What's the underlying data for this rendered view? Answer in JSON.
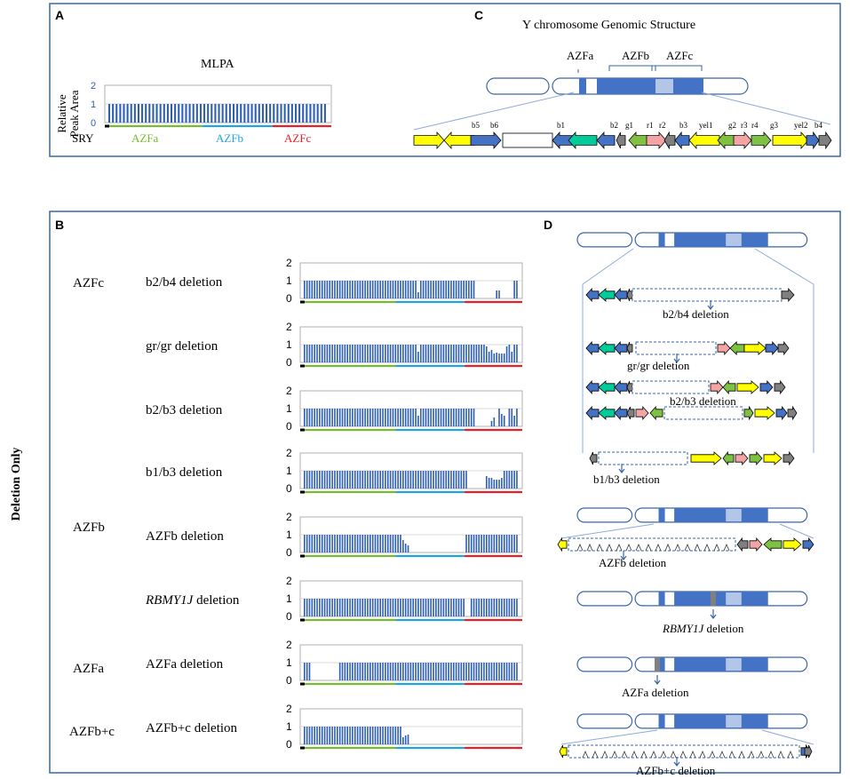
{
  "panels": {
    "A": {
      "letter": "A",
      "title": "MLPA",
      "ylabel_line1": "Relative",
      "ylabel_line2": "Peak Area",
      "ticks": [
        "2",
        "1",
        "0"
      ],
      "regions": {
        "sry": "SRY",
        "azfa": "AZFa",
        "azfb": "AZFb",
        "azfc": "AZFc"
      }
    },
    "B": {
      "letter": "B",
      "side_label": "Deletion Only"
    },
    "C": {
      "letter": "C",
      "title": "Y chromosome Genomic Structure",
      "region_labels": {
        "azfa": "AZFa",
        "azfb": "AZFb",
        "azfc": "AZFc"
      },
      "amplicon_labels": [
        "b5",
        "b6",
        "b1",
        "b2",
        "g1",
        "r1",
        "r2",
        "b3",
        "yel1",
        "g2",
        "r3",
        "r4",
        "g3",
        "yel2",
        "b4"
      ]
    },
    "D": {
      "letter": "D",
      "deletions": [
        "b2/b4 deletion",
        "gr/gr deletion",
        "b2/b3 deletion",
        "b1/b3 deletion",
        "AZFb deletion",
        "RBMY1J deletion",
        "AZFa deletion",
        "AZFb+c deletion"
      ]
    }
  },
  "groups": [
    "AZFc",
    "AZFb",
    "AZFa",
    "AZFb+c"
  ],
  "chart_data": [
    {
      "type": "bar",
      "name": "MLPA reference",
      "values": [
        1,
        1,
        1,
        1,
        1,
        1,
        1,
        1,
        1,
        1,
        1,
        1,
        1,
        1,
        1,
        1,
        1,
        1,
        1,
        1,
        1,
        1,
        1,
        1,
        1,
        1,
        1,
        1,
        1,
        1,
        1,
        1,
        1,
        1,
        1,
        1,
        1,
        1,
        1,
        1,
        1,
        1,
        1,
        1,
        1,
        1,
        1,
        1,
        1,
        1,
        1,
        1,
        1,
        1,
        1,
        1,
        1,
        1,
        1,
        1
      ],
      "ylim": [
        0,
        2
      ]
    },
    {
      "type": "bar",
      "name": "b2/b4 deletion",
      "values": [
        1,
        1,
        1,
        1,
        1,
        1,
        1,
        1,
        1,
        1,
        1,
        1,
        1,
        1,
        1,
        1,
        1,
        1,
        1,
        1,
        1,
        1,
        1,
        1,
        1,
        1,
        1,
        1,
        1,
        1,
        1,
        1,
        1,
        1,
        1,
        1,
        1,
        1,
        1,
        1,
        1,
        1,
        1,
        1,
        1,
        0.35,
        1,
        1,
        1,
        1,
        1,
        1,
        1,
        1,
        1,
        1,
        1,
        1,
        1,
        1,
        1,
        1,
        1,
        1,
        1,
        1,
        1,
        1,
        0,
        0,
        0,
        0,
        0,
        0,
        0,
        0,
        0.45,
        0.45,
        0,
        0,
        0,
        0,
        0,
        1,
        1
      ],
      "ylim": [
        0,
        2
      ]
    },
    {
      "type": "bar",
      "name": "gr/gr deletion",
      "values": [
        1,
        1,
        1,
        1,
        1,
        1,
        1,
        1,
        1,
        1,
        1,
        1,
        1,
        1,
        1,
        1,
        1,
        1,
        1,
        1,
        1,
        1,
        1,
        1,
        1,
        1,
        1,
        1,
        1,
        1,
        1,
        1,
        1,
        1,
        1,
        1,
        1,
        1,
        1,
        1,
        1,
        1,
        1,
        1,
        1,
        0.6,
        1,
        1,
        1,
        1,
        1,
        1,
        1,
        1,
        1,
        1,
        1,
        1,
        1,
        1,
        1,
        1,
        1,
        1,
        1,
        1,
        1,
        1,
        1,
        1,
        1,
        1,
        0.9,
        0.6,
        0.7,
        0.5,
        0.55,
        0.5,
        0.5,
        0.5,
        0.9,
        1,
        0.6,
        1,
        1
      ],
      "ylim": [
        0,
        2
      ]
    },
    {
      "type": "bar",
      "name": "b2/b3 deletion",
      "values": [
        1,
        1,
        1,
        1,
        1,
        1,
        1,
        1,
        1,
        1,
        1,
        1,
        1,
        1,
        1,
        1,
        1,
        1,
        1,
        1,
        1,
        1,
        1,
        1,
        1,
        1,
        1,
        1,
        1,
        1,
        1,
        1,
        1,
        1,
        1,
        1,
        1,
        1,
        1,
        1,
        1,
        1,
        1,
        1,
        1,
        0.6,
        1,
        1,
        1,
        1,
        1,
        1,
        1,
        1,
        1,
        1,
        1,
        1,
        1,
        1,
        1,
        1,
        1,
        1,
        1,
        1,
        1,
        1,
        0,
        0,
        0,
        0,
        0,
        0,
        0.3,
        0.5,
        0,
        1,
        0.7,
        0.6,
        0,
        1,
        1,
        0.6,
        1
      ],
      "ylim": [
        0,
        2
      ]
    },
    {
      "type": "bar",
      "name": "b1/b3 deletion",
      "values": [
        1,
        1,
        1,
        1,
        1,
        1,
        1,
        1,
        1,
        1,
        1,
        1,
        1,
        1,
        1,
        1,
        1,
        1,
        1,
        1,
        1,
        1,
        1,
        1,
        1,
        1,
        1,
        1,
        1,
        1,
        1,
        1,
        1,
        1,
        1,
        1,
        1,
        1,
        1,
        1,
        1,
        1,
        1,
        1,
        1,
        1,
        1,
        1,
        1,
        1,
        1,
        1,
        1,
        1,
        1,
        1,
        1,
        1,
        1,
        1,
        1,
        1,
        1,
        1,
        1,
        0,
        0,
        0,
        0,
        0,
        0,
        0,
        0.7,
        0.6,
        0.6,
        0.5,
        0.5,
        0.5,
        0.6,
        1,
        1,
        1,
        1,
        1,
        1
      ],
      "ylim": [
        0,
        2
      ]
    },
    {
      "type": "bar",
      "name": "AZFb deletion",
      "values": [
        1,
        1,
        1,
        1,
        1,
        1,
        1,
        1,
        1,
        1,
        1,
        1,
        1,
        1,
        1,
        1,
        1,
        1,
        1,
        1,
        1,
        1,
        1,
        1,
        1,
        1,
        1,
        1,
        1,
        1,
        1,
        1,
        1,
        1,
        1,
        1,
        1,
        1,
        1,
        0.7,
        0.5,
        0.4,
        0,
        0,
        0,
        0,
        0,
        0,
        0,
        0,
        0,
        0,
        0,
        0,
        0,
        0,
        0,
        0,
        0,
        0,
        0,
        0,
        0,
        0,
        1,
        1,
        1,
        1,
        1,
        1,
        1,
        1,
        1,
        1,
        1,
        1,
        1,
        1,
        1,
        1,
        1,
        1,
        1,
        1,
        1
      ],
      "ylim": [
        0,
        2
      ]
    },
    {
      "type": "bar",
      "name": "RBMY1J deletion",
      "values": [
        1,
        1,
        1,
        1,
        1,
        1,
        1,
        1,
        1,
        1,
        1,
        1,
        1,
        1,
        1,
        1,
        1,
        1,
        1,
        1,
        1,
        1,
        1,
        1,
        1,
        1,
        1,
        1,
        1,
        1,
        1,
        1,
        1,
        1,
        1,
        1,
        1,
        1,
        1,
        1,
        1,
        1,
        1,
        1,
        1,
        1,
        1,
        1,
        1,
        1,
        1,
        1,
        1,
        1,
        1,
        1,
        1,
        1,
        1,
        1,
        1,
        1,
        1,
        1,
        0,
        0,
        1,
        1,
        1,
        1,
        1,
        1,
        1,
        1,
        1,
        1,
        1,
        1,
        1,
        1,
        1,
        1,
        1,
        1,
        1
      ],
      "ylim": [
        0,
        2
      ]
    },
    {
      "type": "bar",
      "name": "AZFa deletion",
      "values": [
        1,
        1,
        1,
        0,
        0,
        0,
        0,
        0,
        0,
        0,
        0,
        0,
        0,
        0,
        1,
        1,
        1,
        1,
        1,
        1,
        1,
        1,
        1,
        1,
        1,
        1,
        1,
        1,
        1,
        1,
        1,
        1,
        1,
        1,
        1,
        1,
        1,
        1,
        1,
        1,
        1,
        1,
        1,
        1,
        1,
        1,
        1,
        1,
        1,
        1,
        1,
        1,
        1,
        1,
        1,
        1,
        1,
        1,
        1,
        1,
        1,
        1,
        1,
        1,
        1,
        1,
        1,
        1,
        1,
        1,
        1,
        1,
        1,
        1,
        1,
        1,
        1,
        1,
        1,
        1,
        1,
        1,
        1,
        1,
        1
      ],
      "ylim": [
        0,
        2
      ]
    },
    {
      "type": "bar",
      "name": "AZFb+c deletion",
      "values": [
        1,
        1,
        1,
        1,
        1,
        1,
        1,
        1,
        1,
        1,
        1,
        1,
        1,
        1,
        1,
        1,
        1,
        1,
        1,
        1,
        1,
        1,
        1,
        1,
        1,
        1,
        1,
        1,
        1,
        1,
        1,
        1,
        1,
        1,
        1,
        1,
        1,
        1,
        1,
        0.4,
        0.5,
        0.55,
        0,
        0,
        0,
        0,
        0,
        0,
        0,
        0,
        0,
        0,
        0,
        0,
        0,
        0,
        0,
        0,
        0,
        0,
        0,
        0,
        0,
        0,
        0,
        0,
        0,
        0,
        0,
        0,
        0,
        0,
        0,
        0,
        0,
        0,
        0,
        0,
        0,
        0,
        0,
        0,
        0,
        0,
        0
      ],
      "ylim": [
        0,
        2
      ]
    }
  ],
  "colors": {
    "bar": "#2f5fb0",
    "frame": "#3a66a8",
    "azfa": "#77bb33",
    "azfb": "#22a3e0",
    "azfc": "#e8202a",
    "chrom": "#4472c4",
    "chrom_light": "#b4c6e7",
    "yellow": "#ffff00",
    "blue": "#4472c4",
    "teal": "#00cc99",
    "green": "#7fc241",
    "pink": "#f4a4a4",
    "grey": "#808080"
  }
}
